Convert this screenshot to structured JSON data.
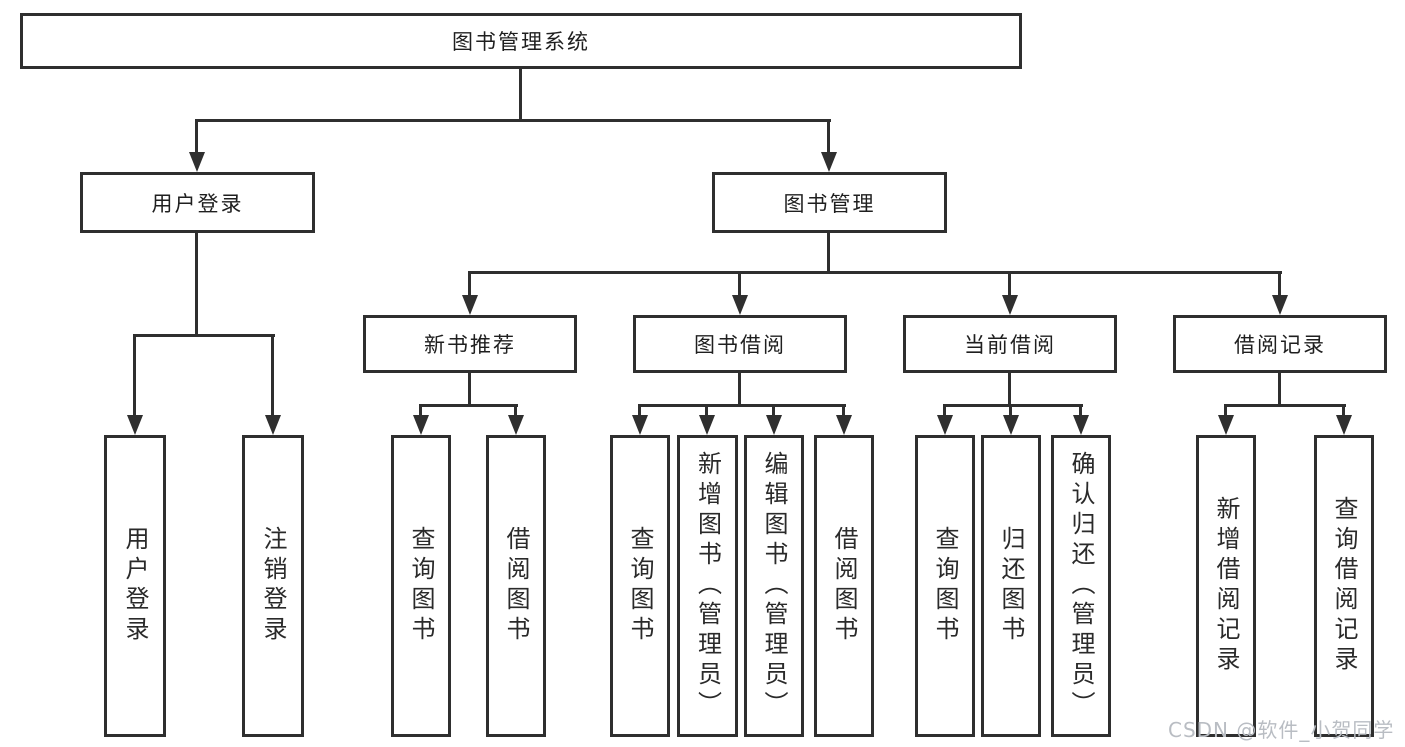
{
  "diagram": {
    "title": "图书管理系统",
    "branches": [
      {
        "label": "用户登录",
        "children": [
          "用户登录",
          "注销登录"
        ]
      },
      {
        "label": "图书管理",
        "sections": [
          {
            "label": "新书推荐",
            "children": [
              "查询图书",
              "借阅图书"
            ]
          },
          {
            "label": "图书借阅",
            "children": [
              "查询图书",
              "新增图书（管理员）",
              "编辑图书（管理员）",
              "借阅图书"
            ]
          },
          {
            "label": "当前借阅",
            "children": [
              "查询图书",
              "归还图书",
              "确认归还（管理员）"
            ]
          },
          {
            "label": "借阅记录",
            "children": [
              "新增借阅记录",
              "查询借阅记录"
            ]
          }
        ]
      }
    ]
  },
  "watermark": "CSDN @软件_小贺同学",
  "colors": {
    "line": "#2f2f2f",
    "background": "#ffffff",
    "text": "#1f1f1f",
    "watermark": "#b9bdc3"
  }
}
